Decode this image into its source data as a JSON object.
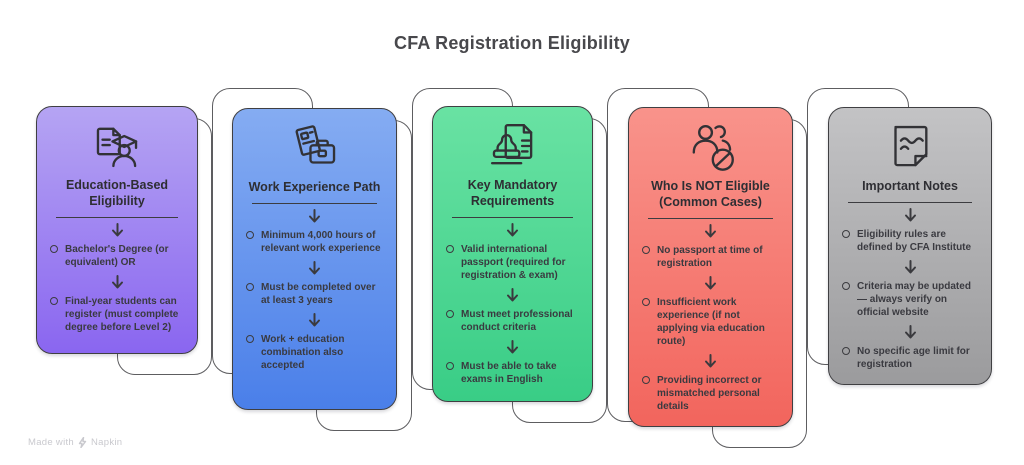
{
  "title": "CFA Registration Eligibility",
  "watermark": {
    "made_with": "Made with",
    "brand": "Napkin"
  },
  "cards": [
    {
      "title": "Education-Based Eligibility",
      "icon": "graduate-document-icon",
      "colors": {
        "top": "#b5a4f3",
        "bottom": "#8a66f0"
      },
      "bullets": [
        "Bachelor's Degree (or equivalent) OR",
        "Final-year students can register (must complete degree before Level 2)"
      ]
    },
    {
      "title": "Work Experience Path",
      "icon": "documents-briefcase-icon",
      "colors": {
        "top": "#85acf2",
        "bottom": "#4a7fe9"
      },
      "bullets": [
        "Minimum 4,000 hours of relevant work experience",
        "Must be completed over at least 3 years",
        "Work + education combination also accepted"
      ]
    },
    {
      "title": "Key Mandatory Requirements",
      "icon": "stamp-document-icon",
      "colors": {
        "top": "#69e2a3",
        "bottom": "#39cd86"
      },
      "bullets": [
        "Valid international passport (required for registration & exam)",
        "Must meet professional conduct criteria",
        "Must be able to take exams in English"
      ]
    },
    {
      "title": "Who Is NOT Eligible (Common Cases)",
      "icon": "prohibited-users-icon",
      "colors": {
        "top": "#f9938b",
        "bottom": "#f2655d"
      },
      "bullets": [
        "No passport at time of registration",
        "Insufficient work experience (if not applying via education route)",
        "Providing incorrect or mismatched personal details"
      ]
    },
    {
      "title": "Important Notes",
      "icon": "sticky-note-icon",
      "colors": {
        "top": "#c3c3c5",
        "bottom": "#9b9b9d"
      },
      "bullets": [
        "Eligibility rules are defined by CFA Institute",
        "Criteria may be updated — always verify on official website",
        "No specific age limit for registration"
      ]
    }
  ]
}
